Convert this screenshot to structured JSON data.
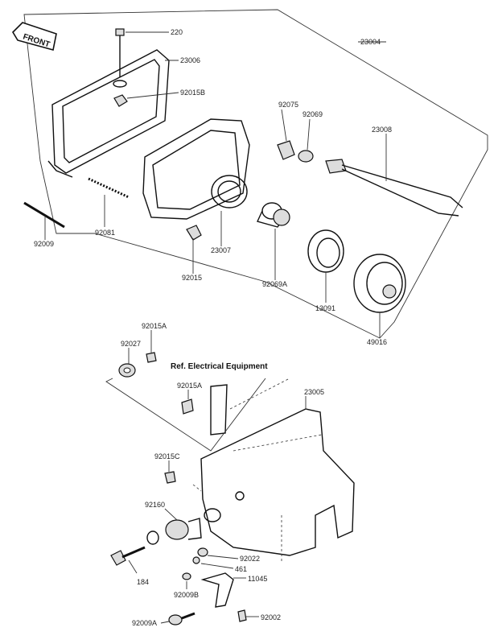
{
  "front_arrow": "FRONT",
  "ref_label": "Ref. Electrical Equipment",
  "parts": {
    "p220": "220",
    "p23006": "23006",
    "p92015B": "92015B",
    "p23004": "23004",
    "p92075": "92075",
    "p92069": "92069",
    "p23008": "23008",
    "p92081": "92081",
    "p92009": "92009",
    "p23007": "23007",
    "p92015": "92015",
    "p92069A": "92069A",
    "p13091": "13091",
    "p49016": "49016",
    "p92015A_top": "92015A",
    "p92027": "92027",
    "p92015A_mid": "92015A",
    "p23005": "23005",
    "p92015C": "92015C",
    "p92160": "92160",
    "p92022": "92022",
    "p461": "461",
    "p184": "184",
    "p11045": "11045",
    "p92009B": "92009B",
    "p92002": "92002",
    "p92009A": "92009A"
  }
}
